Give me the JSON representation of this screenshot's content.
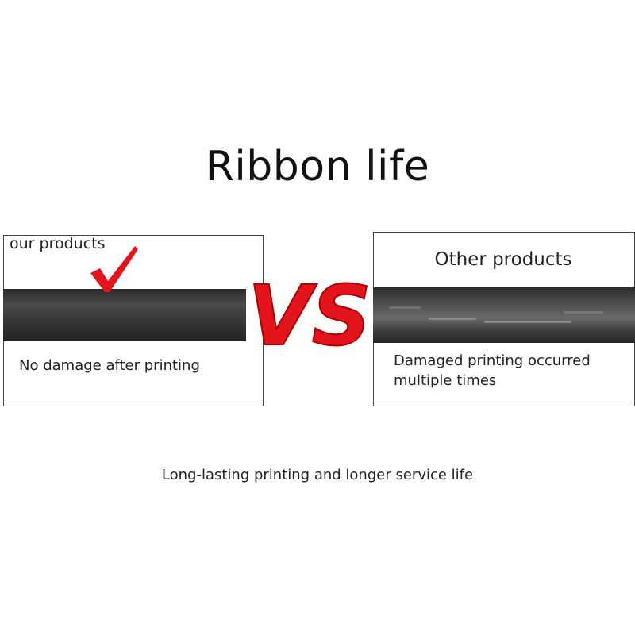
{
  "title": "Ribbon life",
  "left_panel": {
    "label": "our products",
    "caption": "No damage after printing"
  },
  "right_panel": {
    "label": "Other products",
    "caption": "Damaged printing occurred multiple times"
  },
  "vs_text": "VS",
  "subtitle": "Long-lasting printing and longer service life",
  "colors": {
    "accent_red": "#e3141b",
    "ribbon_dark": "#333333"
  },
  "icons": {
    "check": "red-checkmark-icon"
  }
}
